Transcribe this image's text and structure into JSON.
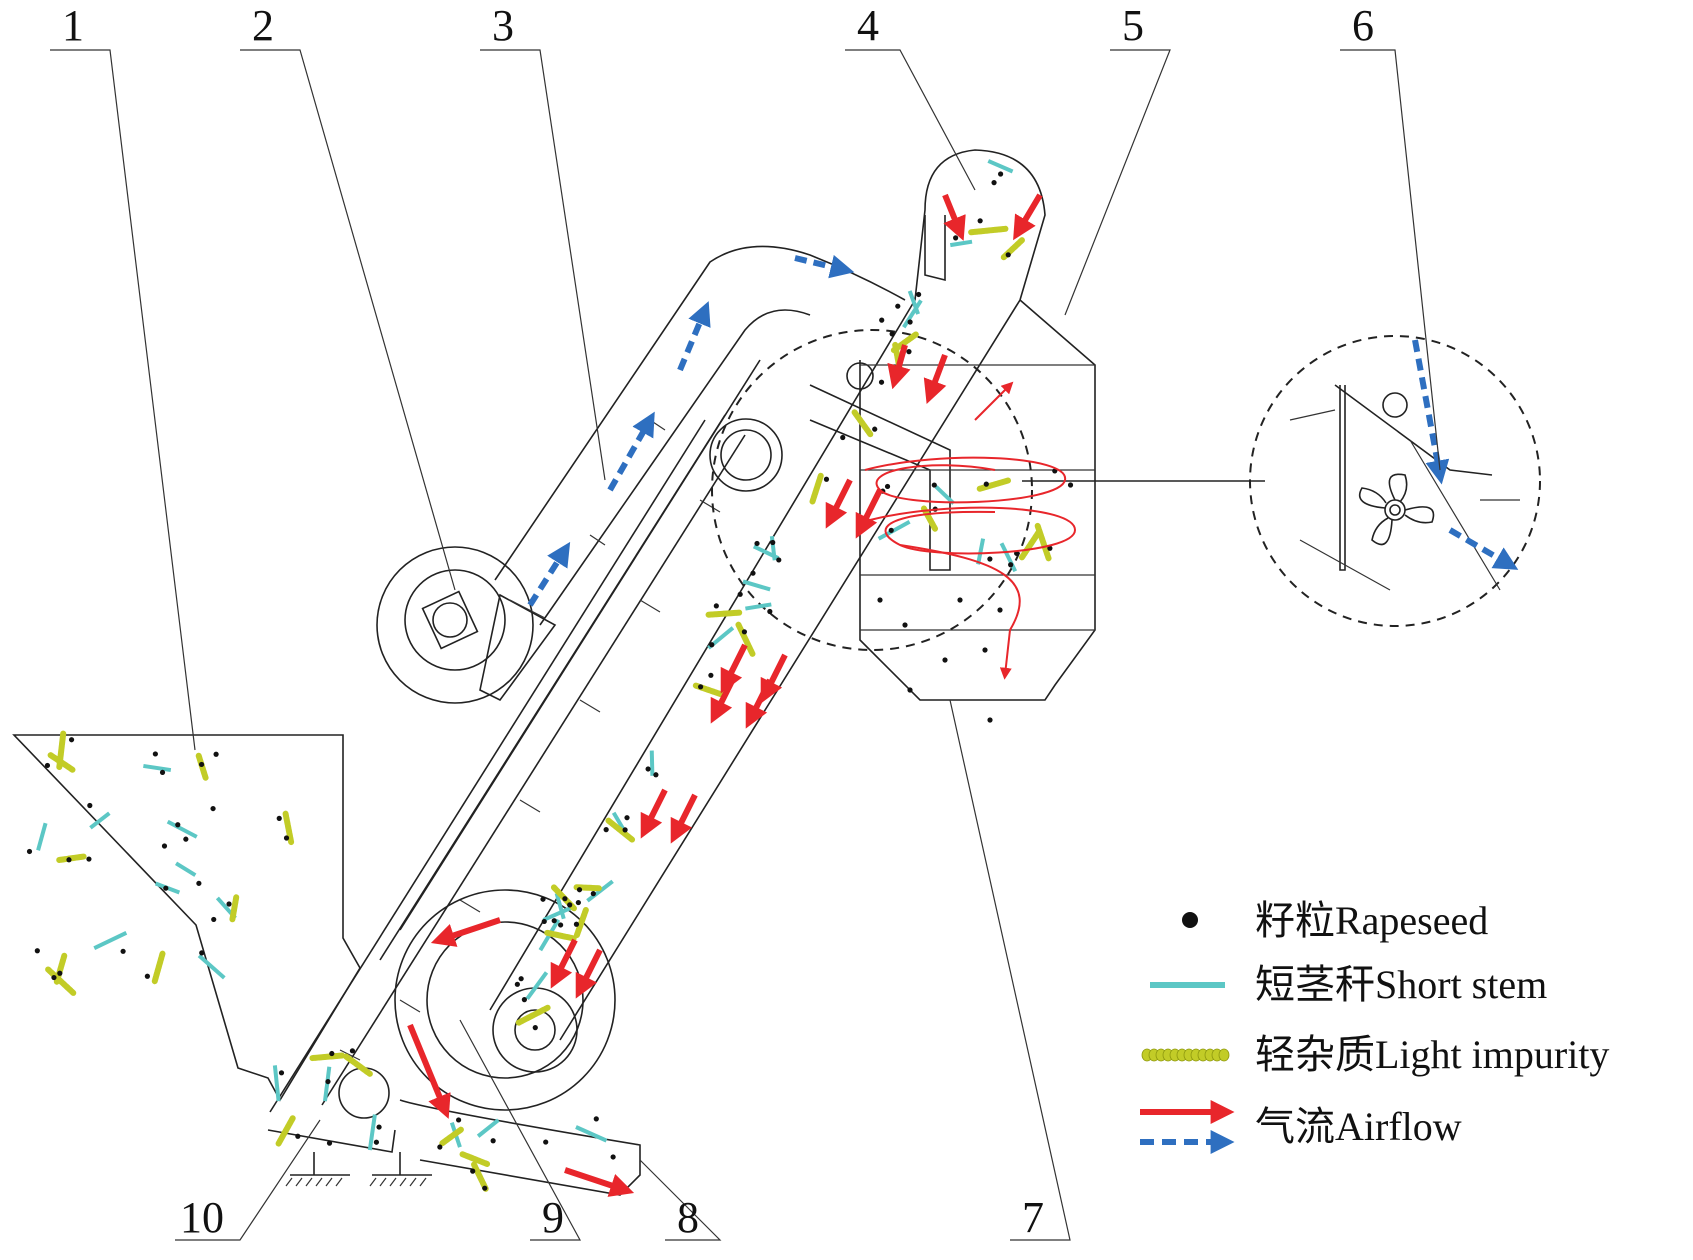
{
  "colors": {
    "stem": "#5cc7c5",
    "impurity": "#c2cc27",
    "seed": "#111111",
    "airflow_red": "#e8262b",
    "airflow_blue": "#2e6fc0",
    "line": "#222222"
  },
  "callouts": [
    "1",
    "2",
    "3",
    "4",
    "5",
    "6",
    "7",
    "8",
    "9",
    "10"
  ],
  "legend": {
    "seed": "籽粒Rapeseed",
    "stem": "短茎秆Short stem",
    "impurity": "轻杂质Light impurity",
    "airflow": "气流Airflow"
  },
  "icons": [
    "seed-dot-icon",
    "stem-line-icon",
    "impurity-chain-icon",
    "red-arrow-icon",
    "blue-dashed-arrow-icon"
  ]
}
